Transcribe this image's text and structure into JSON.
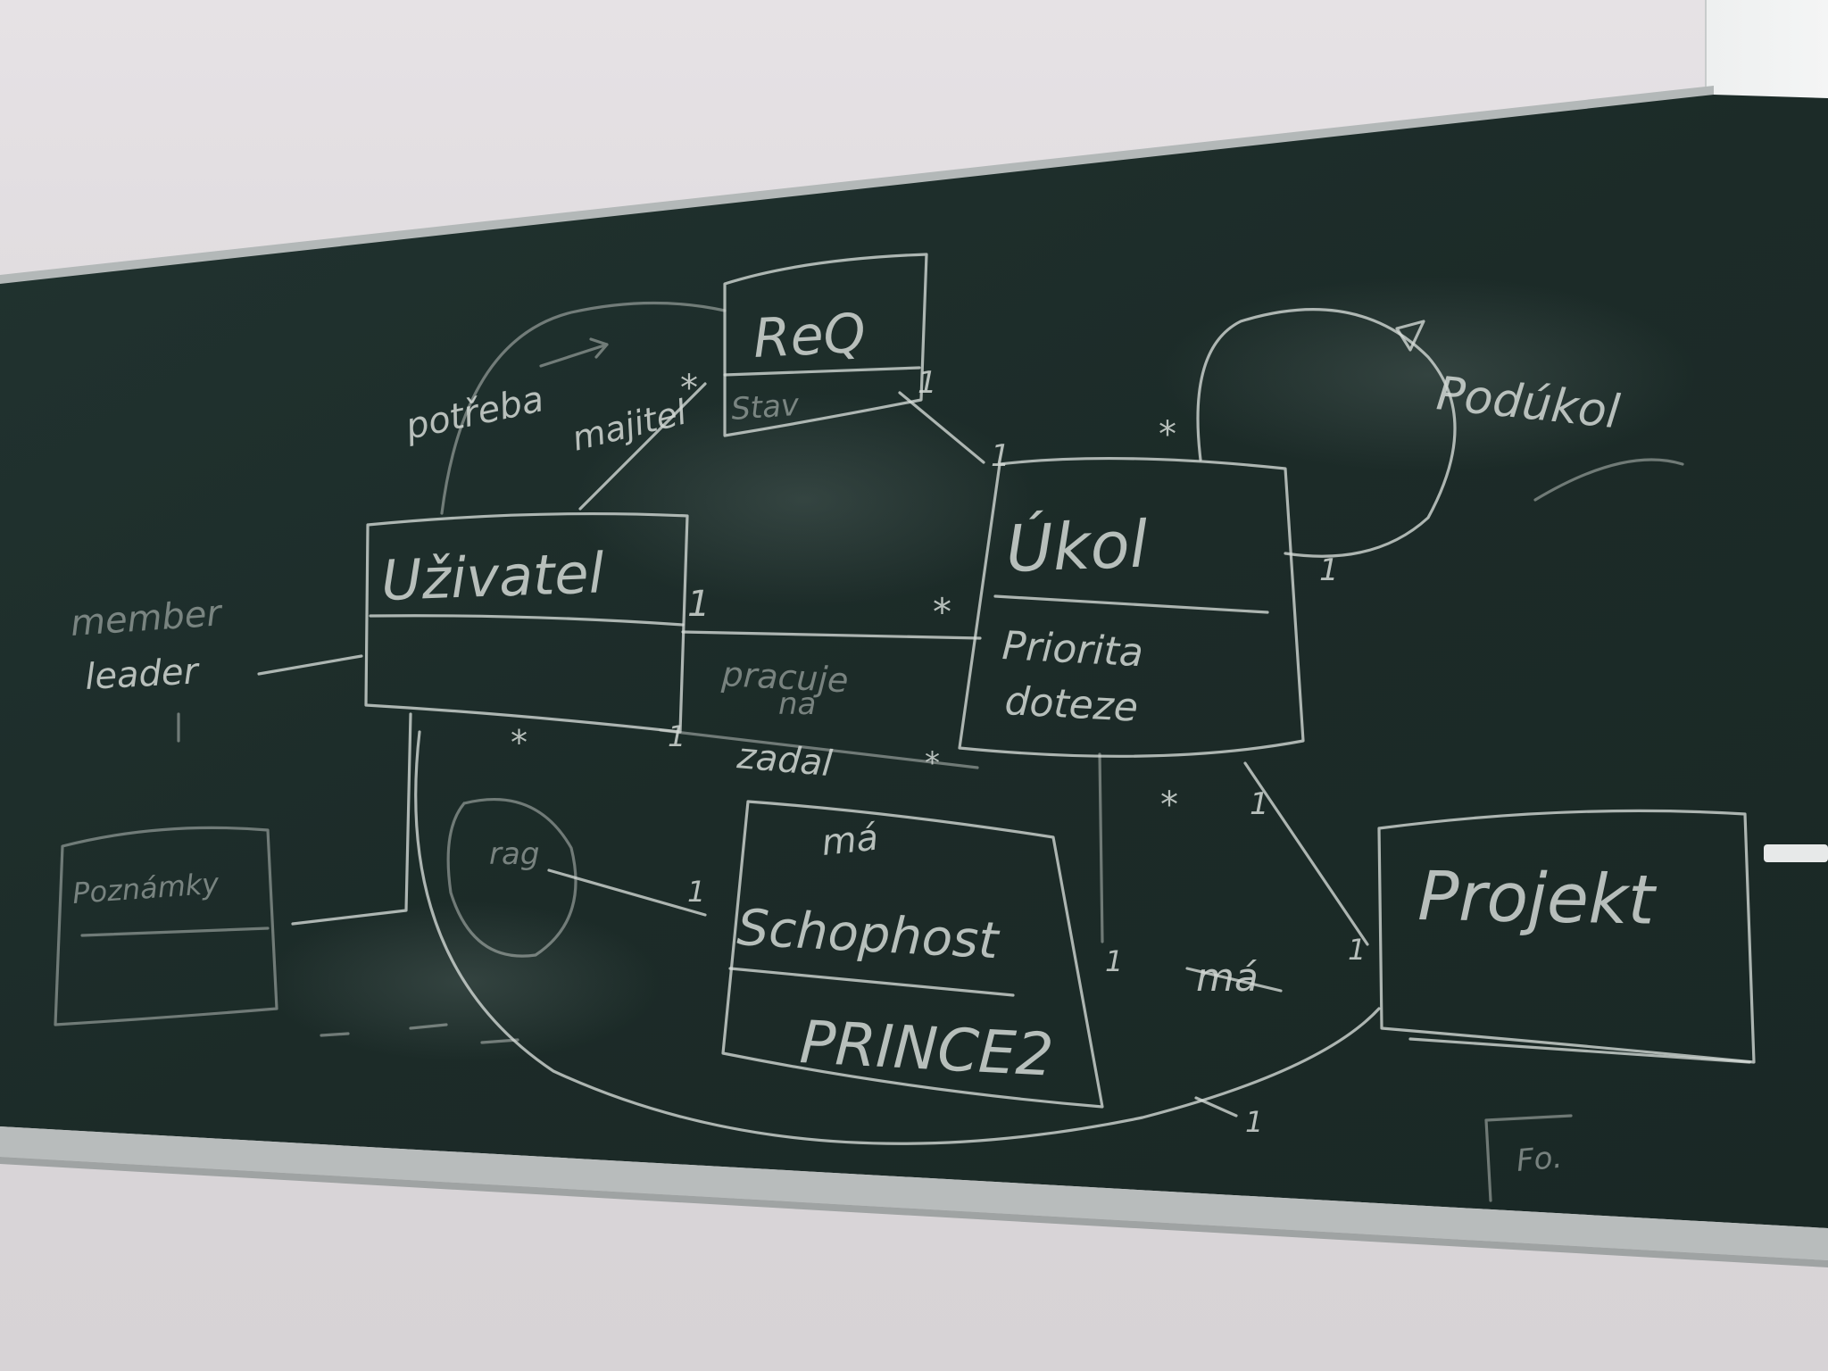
{
  "colors": {
    "wall": "#dcd8db",
    "board": "#1f2e2a",
    "chalk": "#d6dcd8",
    "rail": "#b8bcbc",
    "screen": "#f1f3f3"
  },
  "board": {
    "boxes": {
      "req": {
        "title": "ReQ",
        "body": "Stav"
      },
      "uzivatel": {
        "title": "Uživatel"
      },
      "ukol": {
        "title": "Úkol",
        "body_line1": "Priorita",
        "body_line2": "doteze"
      },
      "schuphost": {
        "title": "Schophost",
        "body": "PRINCE2"
      },
      "projekt": {
        "title": "Projekt"
      },
      "pozn": {
        "title": "Poznámky"
      },
      "ray": {
        "title": "rag"
      }
    },
    "labels": {
      "potreba": "potřeba",
      "majitel": "majitel",
      "podukol": "Podúkol",
      "member": "member",
      "leader": "leader",
      "pracuje_na": "pracuje",
      "pracuje_na_2": "na",
      "zadal": "zadal",
      "ma": "má",
      "ma_2": "má",
      "fo": "Fo."
    },
    "multiplicities": {
      "m_star_1": "*",
      "m_one_1": "1",
      "m_one_2": "1",
      "m_star_2": "*",
      "m_star_3": "*",
      "m_one_3": "1",
      "m_one_4": "1",
      "m_star_4": "*",
      "m_one_5": "1",
      "m_star_5": "*",
      "m_star_6": "*",
      "m_one_6": "1",
      "m_one_7": "1",
      "m_one_8": "1",
      "m_one_9": "1",
      "m_one_10": "1"
    }
  }
}
